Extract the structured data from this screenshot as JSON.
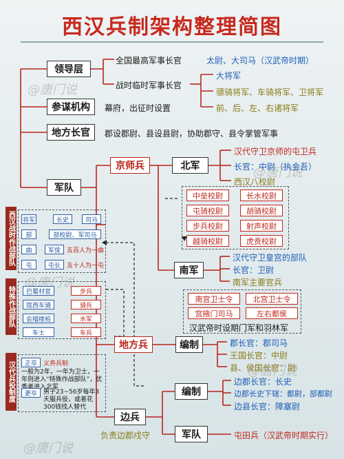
{
  "title": "西汉兵制架构整理简图",
  "watermark": "@唐门说",
  "nodes": {
    "leadership": "领导层",
    "staff": "参谋机构",
    "local_officials": "地方长官",
    "army": "军队",
    "capital_troops": "京师兵",
    "north_army": "北军",
    "south_army": "南军",
    "local_troops": "地方兵",
    "organization": "编制",
    "border_troops": "边兵",
    "border_organization": "编制",
    "border_army": "军队"
  },
  "leadership": {
    "supreme": "全国最高军事长官",
    "supreme_titles": "太尉、大司马（汉武帝时期）",
    "wartime": "战时临时军事长官",
    "general": "大将军",
    "generals_a": "骠骑将军、车骑将军、卫将军",
    "generals_b": "前、后、左、右诸将军"
  },
  "staff_text": "幕府，出征时设置",
  "local_text": "郡设郡尉、县设县尉，协助郡守、县令掌管军事",
  "north_army": {
    "desc": "汉代守卫京师的屯卫兵",
    "chief": "长官：中尉（执金吾）",
    "eight": "西汉八校尉",
    "colonels": [
      "中垒校尉",
      "长水校尉",
      "屯骑校尉",
      "胡骑校尉",
      "步兵校尉",
      "射声校尉",
      "越骑校尉",
      "虎贲校尉"
    ]
  },
  "south_army": {
    "desc": "汉代守卫皇宫的部队",
    "chief": "长官：卫尉",
    "officers": "南军主要官兵",
    "units": [
      "南宫卫士令",
      "北宫卫士令",
      "宫掖门司马",
      "左右都侯"
    ],
    "note": "汉武帝时设期门军和羽林军"
  },
  "local_org": {
    "commander": "郡长官：郡司马",
    "kingdom": "王国长官：中尉",
    "county": "县、侯国长官：尉"
  },
  "border_org": {
    "commander": "边郡长官：长史",
    "sub": "边郡长史下辖：都尉，部都尉",
    "fort": "边县长官：障塞尉"
  },
  "border_duty": "负责边郡戍守",
  "border_army_text": "屯田兵（汉武帝时期实行）",
  "side_panels": {
    "wartime_label": "西汉战时作战部队",
    "special_label": "特殊作战部队",
    "service_label": "汉代兵役制度",
    "wartime_rows": [
      [
        "将军",
        "长史",
        "司马"
      ],
      [
        "部",
        "部校尉、军司马"
      ],
      [
        "曲",
        "军侯",
        "五百人为一曲"
      ],
      [
        "屯",
        "屯长",
        "五十人为一屯"
      ]
    ],
    "special_units": [
      [
        "巴蜀材官",
        "步兵"
      ],
      [
        "陇西车骑",
        "骑兵"
      ],
      [
        "会稽楼船",
        "水军"
      ],
      [
        "车士",
        "车兵"
      ]
    ],
    "service": {
      "conscription": "正卒",
      "conscription_label": "义务兵制",
      "conscription_text": "一般为2年，一年为卫士，一年则进入“特殊作战部队”，优秀者进入北军",
      "rotation": "更卒",
      "rotation_text": "男子23~56岁每年3天服兵役，或者花300钱找人替代"
    }
  }
}
